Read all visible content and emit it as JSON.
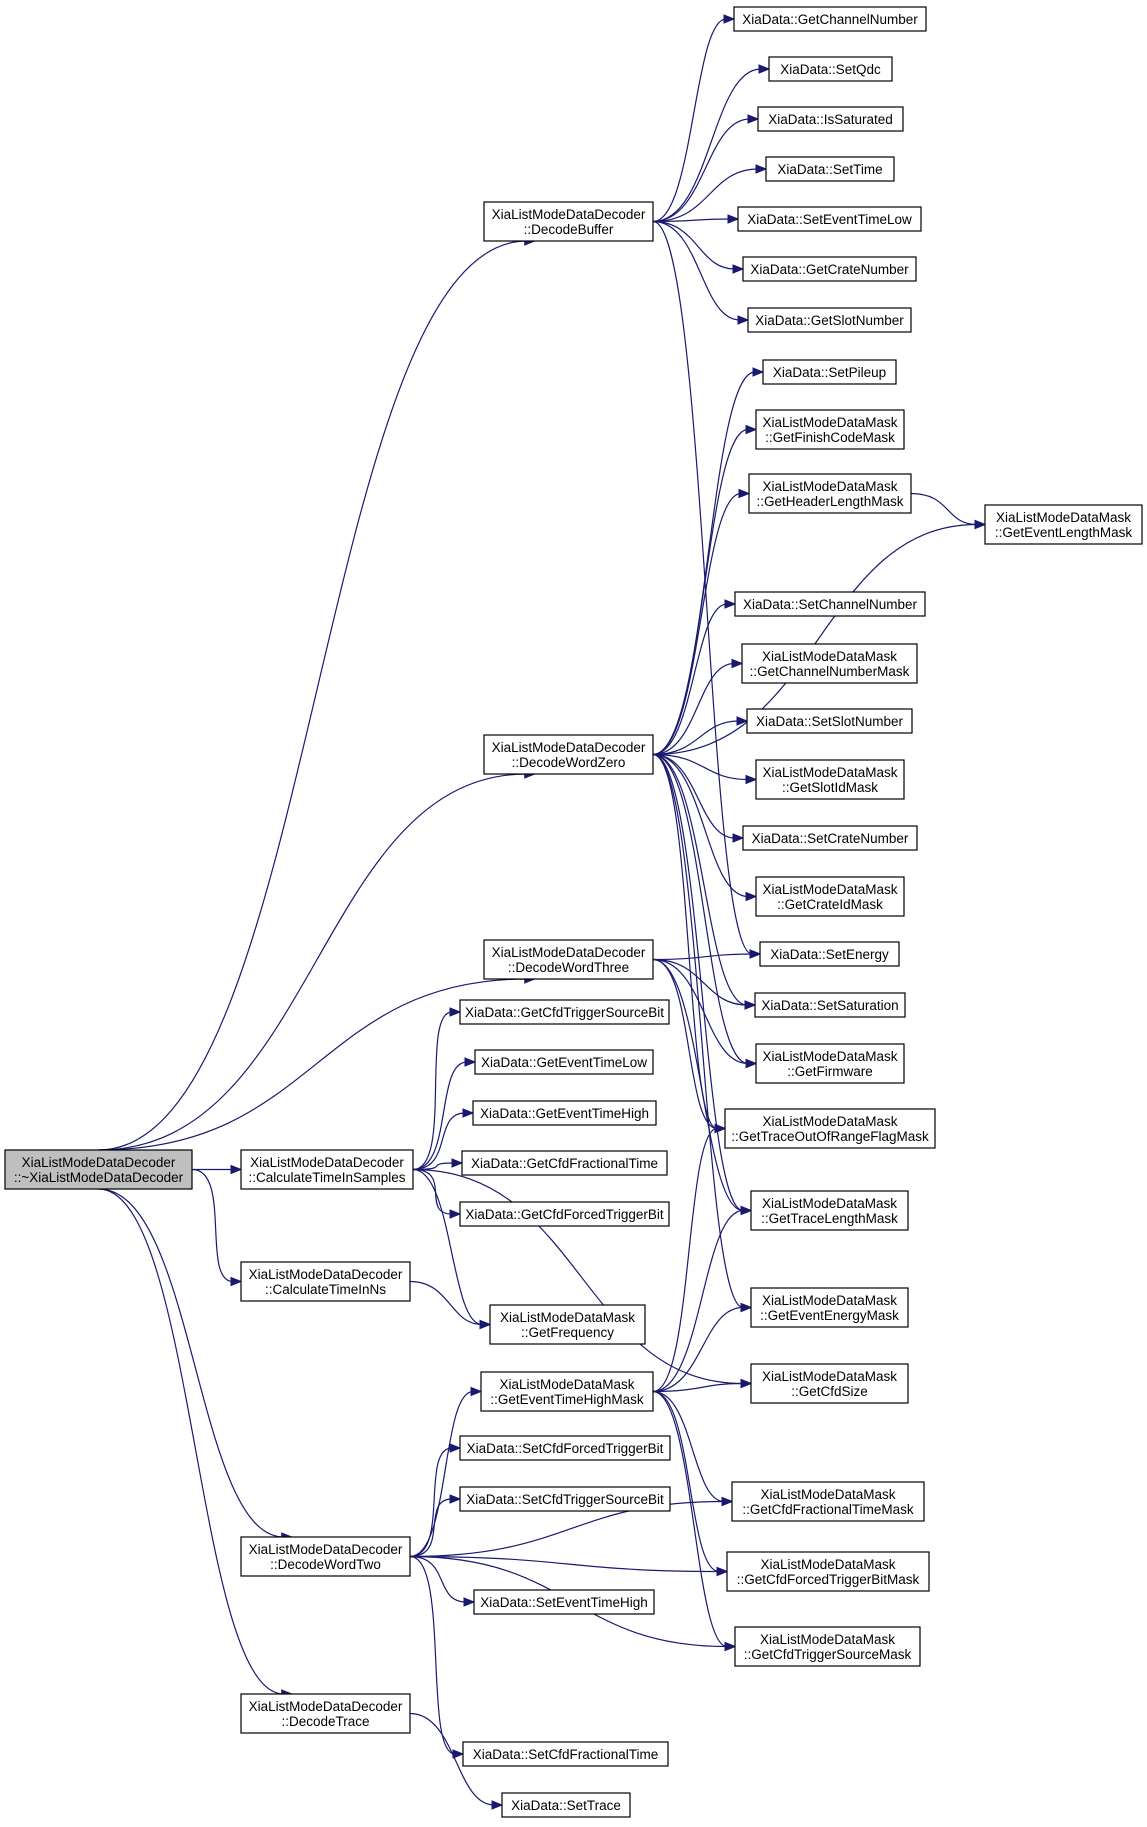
{
  "diagram": {
    "type": "call-graph",
    "edge_color": "#191970",
    "root_fill": "#bfbfbf",
    "node_fill": "#ffffff",
    "nodes": [
      {
        "id": "root",
        "lines": [
          "XiaListModeDataDecoder",
          "::~XiaListModeDataDecoder"
        ],
        "root": true
      },
      {
        "id": "decodeBuffer",
        "lines": [
          "XiaListModeDataDecoder",
          "::DecodeBuffer"
        ]
      },
      {
        "id": "decodeWordZero",
        "lines": [
          "XiaListModeDataDecoder",
          "::DecodeWordZero"
        ]
      },
      {
        "id": "decodeWordThree",
        "lines": [
          "XiaListModeDataDecoder",
          "::DecodeWordThree"
        ]
      },
      {
        "id": "calcTimeInSamples",
        "lines": [
          "XiaListModeDataDecoder",
          "::CalculateTimeInSamples"
        ]
      },
      {
        "id": "calcTimeInNs",
        "lines": [
          "XiaListModeDataDecoder",
          "::CalculateTimeInNs"
        ]
      },
      {
        "id": "decodeWordTwo",
        "lines": [
          "XiaListModeDataDecoder",
          "::DecodeWordTwo"
        ]
      },
      {
        "id": "decodeTrace",
        "lines": [
          "XiaListModeDataDecoder",
          "::DecodeTrace"
        ]
      },
      {
        "id": "getChannelNumber",
        "lines": [
          "XiaData::GetChannelNumber"
        ]
      },
      {
        "id": "setQdc",
        "lines": [
          "XiaData::SetQdc"
        ]
      },
      {
        "id": "isSaturated",
        "lines": [
          "XiaData::IsSaturated"
        ]
      },
      {
        "id": "setTime",
        "lines": [
          "XiaData::SetTime"
        ]
      },
      {
        "id": "setEventTimeLow",
        "lines": [
          "XiaData::SetEventTimeLow"
        ]
      },
      {
        "id": "getCrateNumber",
        "lines": [
          "XiaData::GetCrateNumber"
        ]
      },
      {
        "id": "getSlotNumber",
        "lines": [
          "XiaData::GetSlotNumber"
        ]
      },
      {
        "id": "setPileup",
        "lines": [
          "XiaData::SetPileup"
        ]
      },
      {
        "id": "getFinishCodeMask",
        "lines": [
          "XiaListModeDataMask",
          "::GetFinishCodeMask"
        ]
      },
      {
        "id": "getHeaderLengthMask",
        "lines": [
          "XiaListModeDataMask",
          "::GetHeaderLengthMask"
        ]
      },
      {
        "id": "getEventLengthMask",
        "lines": [
          "XiaListModeDataMask",
          "::GetEventLengthMask"
        ]
      },
      {
        "id": "setChannelNumber",
        "lines": [
          "XiaData::SetChannelNumber"
        ]
      },
      {
        "id": "getChannelNumberMask",
        "lines": [
          "XiaListModeDataMask",
          "::GetChannelNumberMask"
        ]
      },
      {
        "id": "setSlotNumber",
        "lines": [
          "XiaData::SetSlotNumber"
        ]
      },
      {
        "id": "getSlotIdMask",
        "lines": [
          "XiaListModeDataMask",
          "::GetSlotIdMask"
        ]
      },
      {
        "id": "setCrateNumber",
        "lines": [
          "XiaData::SetCrateNumber"
        ]
      },
      {
        "id": "getCrateIdMask",
        "lines": [
          "XiaListModeDataMask",
          "::GetCrateIdMask"
        ]
      },
      {
        "id": "setEnergy",
        "lines": [
          "XiaData::SetEnergy"
        ]
      },
      {
        "id": "setSaturation",
        "lines": [
          "XiaData::SetSaturation"
        ]
      },
      {
        "id": "getFirmware",
        "lines": [
          "XiaListModeDataMask",
          "::GetFirmware"
        ]
      },
      {
        "id": "getTraceOutOfRange",
        "lines": [
          "XiaListModeDataMask",
          "::GetTraceOutOfRangeFlagMask"
        ]
      },
      {
        "id": "getTraceLengthMask",
        "lines": [
          "XiaListModeDataMask",
          "::GetTraceLengthMask"
        ]
      },
      {
        "id": "getEventEnergyMask",
        "lines": [
          "XiaListModeDataMask",
          "::GetEventEnergyMask"
        ]
      },
      {
        "id": "getCfdSize",
        "lines": [
          "XiaListModeDataMask",
          "::GetCfdSize"
        ]
      },
      {
        "id": "getCfdTriggerSourceBit",
        "lines": [
          "XiaData::GetCfdTriggerSourceBit"
        ]
      },
      {
        "id": "getEventTimeLow",
        "lines": [
          "XiaData::GetEventTimeLow"
        ]
      },
      {
        "id": "getEventTimeHigh",
        "lines": [
          "XiaData::GetEventTimeHigh"
        ]
      },
      {
        "id": "getCfdFractionalTime",
        "lines": [
          "XiaData::GetCfdFractionalTime"
        ]
      },
      {
        "id": "getCfdForcedTriggerBit",
        "lines": [
          "XiaData::GetCfdForcedTriggerBit"
        ]
      },
      {
        "id": "getFrequency",
        "lines": [
          "XiaListModeDataMask",
          "::GetFrequency"
        ]
      },
      {
        "id": "getEventTimeHighMask",
        "lines": [
          "XiaListModeDataMask",
          "::GetEventTimeHighMask"
        ]
      },
      {
        "id": "setCfdForcedTriggerBit",
        "lines": [
          "XiaData::SetCfdForcedTriggerBit"
        ]
      },
      {
        "id": "setCfdTriggerSourceBit",
        "lines": [
          "XiaData::SetCfdTriggerSourceBit"
        ]
      },
      {
        "id": "getCfdFractionalTimeMask",
        "lines": [
          "XiaListModeDataMask",
          "::GetCfdFractionalTimeMask"
        ]
      },
      {
        "id": "getCfdForcedTriggerBitMask",
        "lines": [
          "XiaListModeDataMask",
          "::GetCfdForcedTriggerBitMask"
        ]
      },
      {
        "id": "setEventTimeHigh",
        "lines": [
          "XiaData::SetEventTimeHigh"
        ]
      },
      {
        "id": "getCfdTriggerSourceMask",
        "lines": [
          "XiaListModeDataMask",
          "::GetCfdTriggerSourceMask"
        ]
      },
      {
        "id": "setCfdFractionalTime",
        "lines": [
          "XiaData::SetCfdFractionalTime"
        ]
      },
      {
        "id": "setTrace",
        "lines": [
          "XiaData::SetTrace"
        ]
      }
    ],
    "edges": [
      [
        "root",
        "decodeBuffer"
      ],
      [
        "root",
        "decodeWordZero"
      ],
      [
        "root",
        "decodeWordThree"
      ],
      [
        "root",
        "calcTimeInSamples"
      ],
      [
        "root",
        "calcTimeInNs"
      ],
      [
        "root",
        "decodeWordTwo"
      ],
      [
        "root",
        "decodeTrace"
      ],
      [
        "decodeBuffer",
        "getChannelNumber"
      ],
      [
        "decodeBuffer",
        "setQdc"
      ],
      [
        "decodeBuffer",
        "isSaturated"
      ],
      [
        "decodeBuffer",
        "setTime"
      ],
      [
        "decodeBuffer",
        "setEventTimeLow"
      ],
      [
        "decodeBuffer",
        "getCrateNumber"
      ],
      [
        "decodeBuffer",
        "getSlotNumber"
      ],
      [
        "decodeBuffer",
        "setEnergy"
      ],
      [
        "decodeWordZero",
        "setPileup"
      ],
      [
        "decodeWordZero",
        "getFinishCodeMask"
      ],
      [
        "decodeWordZero",
        "getHeaderLengthMask"
      ],
      [
        "decodeWordZero",
        "getEventLengthMask"
      ],
      [
        "decodeWordZero",
        "setChannelNumber"
      ],
      [
        "decodeWordZero",
        "getChannelNumberMask"
      ],
      [
        "decodeWordZero",
        "setSlotNumber"
      ],
      [
        "decodeWordZero",
        "getSlotIdMask"
      ],
      [
        "decodeWordZero",
        "setCrateNumber"
      ],
      [
        "decodeWordZero",
        "getCrateIdMask"
      ],
      [
        "decodeWordZero",
        "setSaturation"
      ],
      [
        "decodeWordZero",
        "getFirmware"
      ],
      [
        "decodeWordZero",
        "getTraceOutOfRange"
      ],
      [
        "decodeWordZero",
        "getTraceLengthMask"
      ],
      [
        "decodeWordZero",
        "getEventEnergyMask"
      ],
      [
        "getHeaderLengthMask",
        "getEventLengthMask"
      ],
      [
        "decodeWordThree",
        "setEnergy"
      ],
      [
        "decodeWordThree",
        "setSaturation"
      ],
      [
        "decodeWordThree",
        "getFirmware"
      ],
      [
        "decodeWordThree",
        "getTraceOutOfRange"
      ],
      [
        "decodeWordThree",
        "getTraceLengthMask"
      ],
      [
        "calcTimeInSamples",
        "getCfdTriggerSourceBit"
      ],
      [
        "calcTimeInSamples",
        "getEventTimeLow"
      ],
      [
        "calcTimeInSamples",
        "getEventTimeHigh"
      ],
      [
        "calcTimeInSamples",
        "getCfdFractionalTime"
      ],
      [
        "calcTimeInSamples",
        "getCfdForcedTriggerBit"
      ],
      [
        "calcTimeInSamples",
        "getFrequency"
      ],
      [
        "calcTimeInSamples",
        "getCfdSize"
      ],
      [
        "calcTimeInNs",
        "getFrequency"
      ],
      [
        "getEventTimeHighMask",
        "getTraceOutOfRange"
      ],
      [
        "getEventTimeHighMask",
        "getTraceLengthMask"
      ],
      [
        "getEventTimeHighMask",
        "getEventEnergyMask"
      ],
      [
        "getEventTimeHighMask",
        "getCfdSize"
      ],
      [
        "getEventTimeHighMask",
        "getCfdFractionalTimeMask"
      ],
      [
        "getEventTimeHighMask",
        "getCfdForcedTriggerBitMask"
      ],
      [
        "getEventTimeHighMask",
        "getCfdTriggerSourceMask"
      ],
      [
        "decodeWordTwo",
        "getEventTimeHighMask"
      ],
      [
        "decodeWordTwo",
        "setCfdForcedTriggerBit"
      ],
      [
        "decodeWordTwo",
        "setCfdTriggerSourceBit"
      ],
      [
        "decodeWordTwo",
        "getCfdFractionalTimeMask"
      ],
      [
        "decodeWordTwo",
        "setEventTimeHigh"
      ],
      [
        "decodeWordTwo",
        "getCfdForcedTriggerBitMask"
      ],
      [
        "decodeWordTwo",
        "getCfdTriggerSourceMask"
      ],
      [
        "decodeWordTwo",
        "setCfdFractionalTime"
      ],
      [
        "decodeTrace",
        "setTrace"
      ]
    ]
  }
}
